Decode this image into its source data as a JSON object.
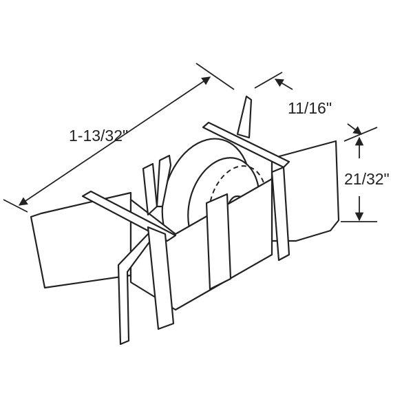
{
  "dimensions": {
    "length": "1-13/32\"",
    "width": "11/16\"",
    "height": "21/32\""
  },
  "colors": {
    "line": "#222222",
    "background": "#ffffff"
  }
}
